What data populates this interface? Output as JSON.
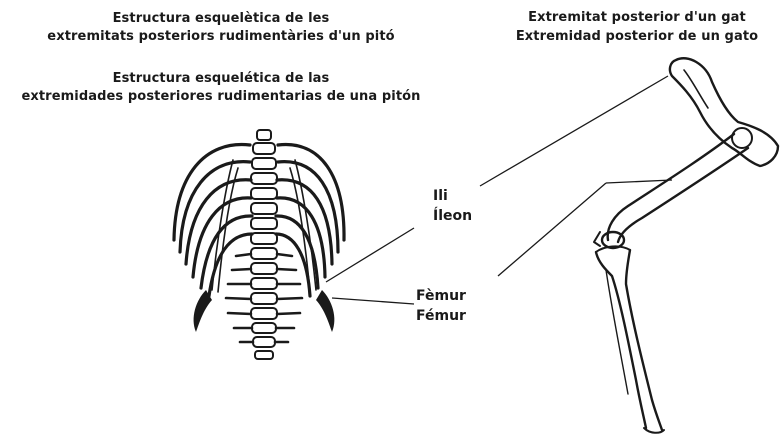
{
  "python": {
    "title_ca_line1": "Estructura esquelètica de les",
    "title_ca_line2": "extremitats posteriors rudimentàries d'un pitó",
    "title_es_line1": "Estructura esquelética de las",
    "title_es_line2": "extremidades posteriores rudimentarias de una pitón"
  },
  "cat": {
    "title_ca": "Extremitat posterior d'un gat",
    "title_es": "Extremidad posterior de un gato"
  },
  "labels": {
    "ilium_ca": "Ili",
    "ilium_es": "Íleon",
    "femur_ca": "Fèmur",
    "femur_es": "Fémur"
  },
  "colors": {
    "ink": "#1a1a1a",
    "background": "#ffffff"
  }
}
